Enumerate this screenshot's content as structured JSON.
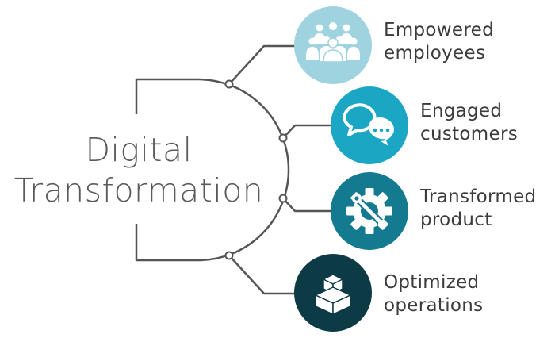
{
  "title": {
    "line1": "Digital",
    "line2": "Transformation"
  },
  "items": [
    {
      "line1": "Empowered",
      "line2": "employees",
      "icon": "people-group-icon",
      "color": "#9fd3df"
    },
    {
      "line1": "Engaged",
      "line2": "customers",
      "icon": "chat-bubbles-icon",
      "color": "#1ba7c4"
    },
    {
      "line1": "Transformed",
      "line2": "product",
      "icon": "gear-wrench-icon",
      "color": "#137a8f"
    },
    {
      "line1": "Optimized",
      "line2": "operations",
      "icon": "boxes-icon",
      "color": "#0d3b45"
    }
  ]
}
